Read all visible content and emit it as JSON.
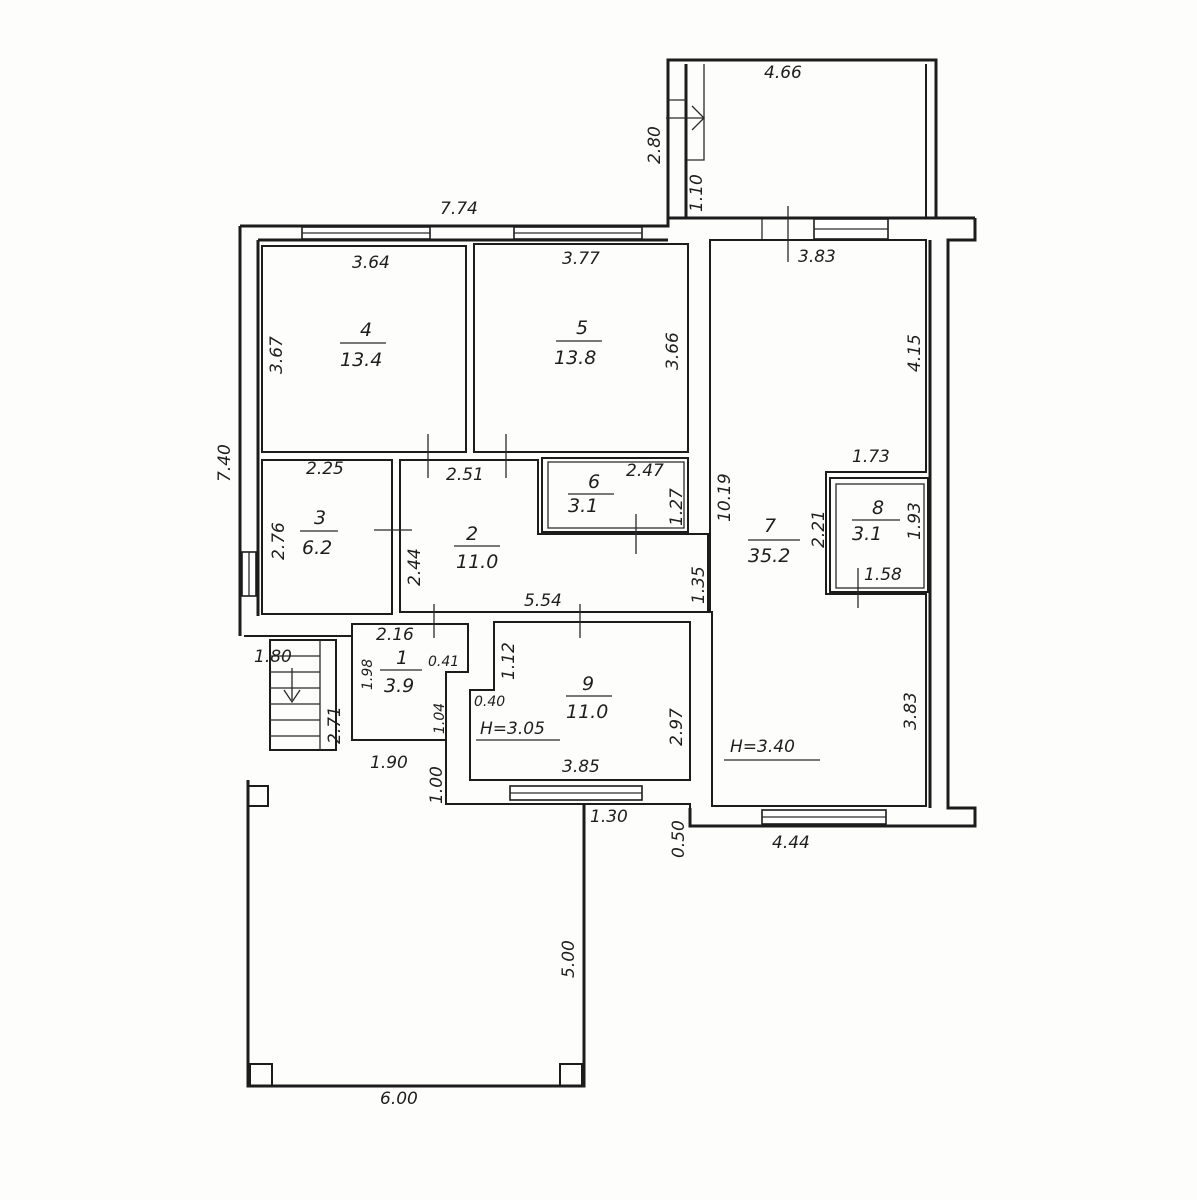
{
  "colors": {
    "ink": "#1c1c1c",
    "paper": "#fdfdfc"
  },
  "dimensions": {
    "top_width": "7.74",
    "left_height": "7.40",
    "room4_width": "3.64",
    "room4_height": "3.67",
    "room5_width": "3.77",
    "room5_height": "3.66",
    "room7_top_width": "3.83",
    "room7_side_1": "4.15",
    "room7_diag": "10.19",
    "room7_gap": "1.35",
    "room7_lower_side": "3.83",
    "room7_bottom_width": "4.44",
    "room7_h": "H=3.40",
    "room3_width": "2.25",
    "room3_height": "2.76",
    "room2_top": "2.51",
    "room2_side": "2.44",
    "room2_bottom": "5.54",
    "room6_width": "2.47",
    "room6_height": "1.27",
    "room8_top": "1.73",
    "room8_side_left": "2.21",
    "room8_side_right": "1.93",
    "room8_bottom": "1.58",
    "room1_top": "2.16",
    "room1_left": "1.98",
    "room1_right_a": "0.41",
    "room1_right_b": "1.04",
    "room9_left": "1.12",
    "room9_step": "0.40",
    "room9_h": "H=3.05",
    "room9_right": "2.97",
    "room9_bottom": "3.85",
    "stair_width": "1.80",
    "stair_height": "2.71",
    "porch_width": "1.90",
    "porch_step": "1.00",
    "bottom_seg": "1.30",
    "bottom_step": "0.50",
    "terrace_height": "5.00",
    "terrace_width": "6.00",
    "annex_width": "4.66",
    "annex_height": "2.80",
    "annex_step": "1.10"
  },
  "rooms": [
    {
      "number": "4",
      "area": "13.4"
    },
    {
      "number": "5",
      "area": "13.8"
    },
    {
      "number": "3",
      "area": "6.2"
    },
    {
      "number": "2",
      "area": "11.0"
    },
    {
      "number": "6",
      "area": "3.1"
    },
    {
      "number": "7",
      "area": "35.2"
    },
    {
      "number": "8",
      "area": "3.1"
    },
    {
      "number": "1",
      "area": "3.9"
    },
    {
      "number": "9",
      "area": "11.0"
    }
  ]
}
